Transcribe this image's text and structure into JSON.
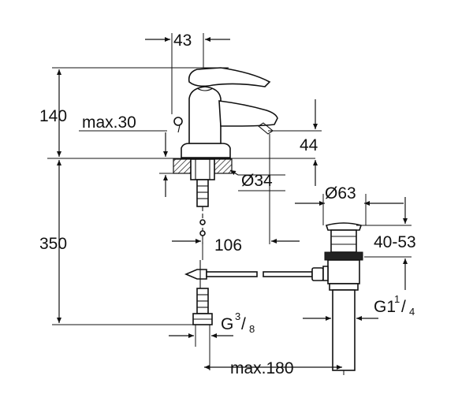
{
  "dimensions": {
    "spout_offset": "43",
    "height_above_deck": "140",
    "deck_thickness": "max.30",
    "spout_height": "44",
    "hole_diameter": "Ø34",
    "waste_diameter": "Ø63",
    "total_height": "350",
    "projection": "106",
    "waste_adjust": "40-53",
    "waste_thread_main": "G1",
    "waste_thread_num": "1",
    "waste_thread_den": "4",
    "supply_thread_main": "G",
    "supply_thread_num": "3",
    "supply_thread_den": "8",
    "max_distance": "max.180"
  }
}
